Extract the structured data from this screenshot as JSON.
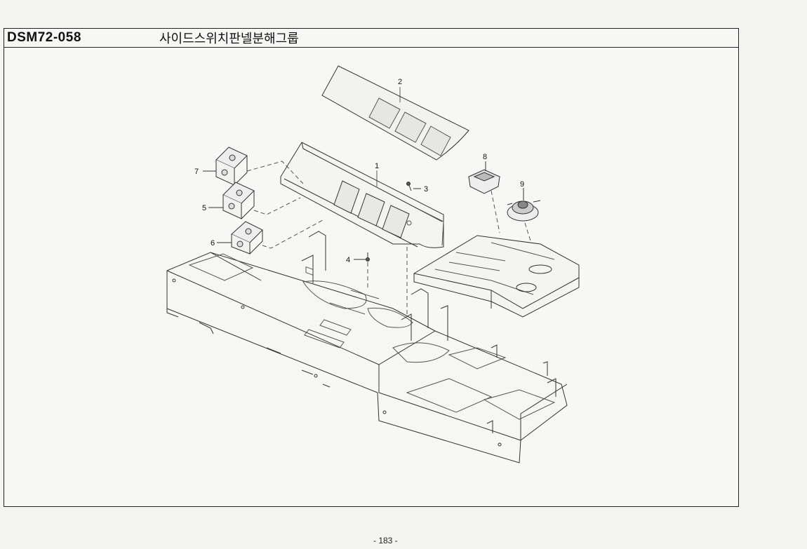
{
  "header": {
    "code": "DSM72-058",
    "title": "사이드스위치판넬분해그룹"
  },
  "callouts": {
    "c1": "1",
    "c2": "2",
    "c3": "3",
    "c4": "4",
    "c5": "5",
    "c6": "6",
    "c7": "7",
    "c8": "8",
    "c9": "9"
  },
  "footer": {
    "page": "- 183 -"
  }
}
